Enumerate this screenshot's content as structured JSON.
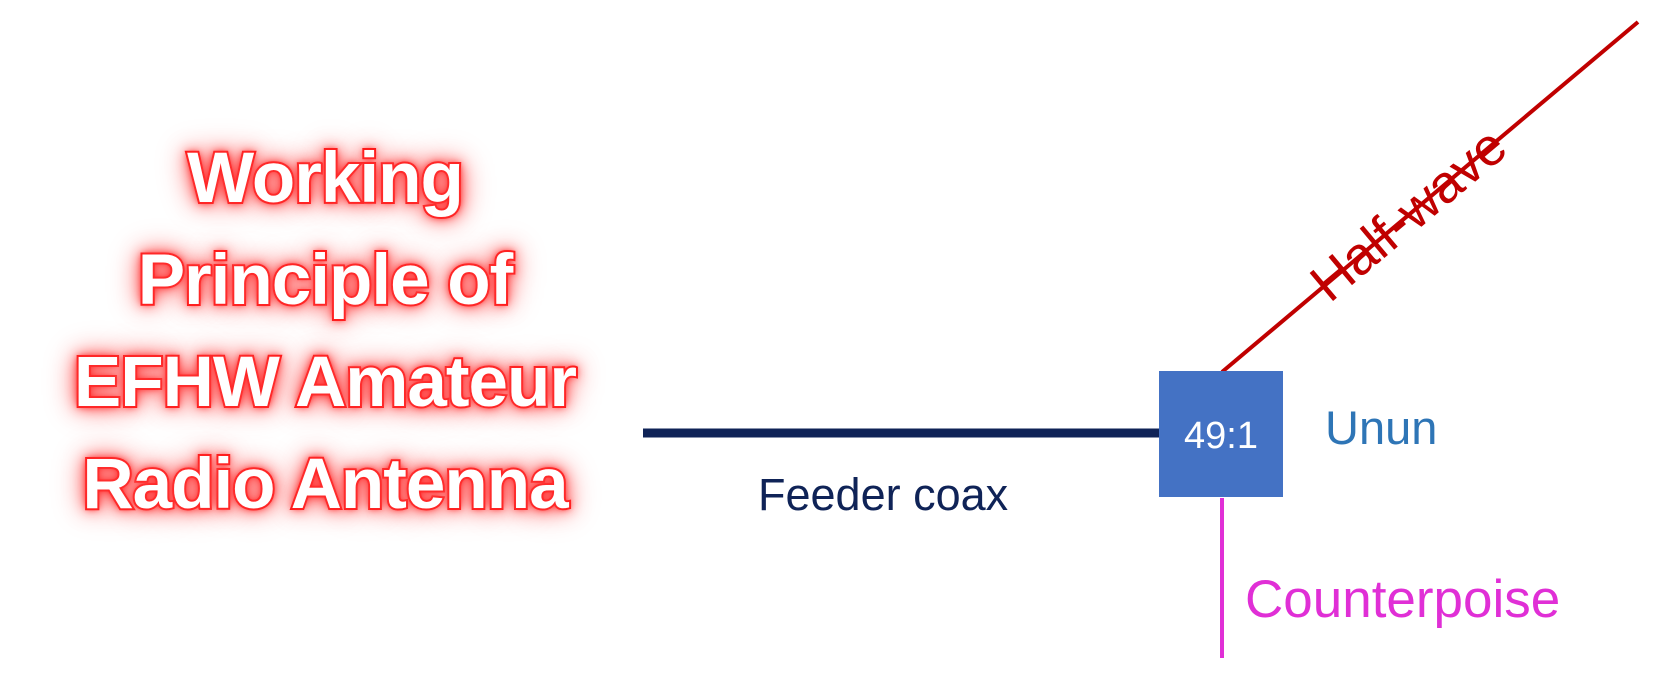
{
  "title": {
    "lines": [
      "Working",
      "Principle of",
      "EFHW Amateur",
      "Radio Antenna"
    ]
  },
  "diagram": {
    "unun_ratio": "49:1",
    "labels": {
      "unun": "Unun",
      "feeder": "Feeder coax",
      "halfwave": "Half-wave",
      "counterpoise": "Counterpoise"
    }
  },
  "colors": {
    "title_fill": "#ffffff",
    "title_glow": "#ff0000",
    "feeder": "#0f2357",
    "unun_box": "#4472c4",
    "unun_text": "#ffffff",
    "unun_label": "#2e75b6",
    "halfwave": "#c00000",
    "counterpoise": "#e02fd6"
  }
}
